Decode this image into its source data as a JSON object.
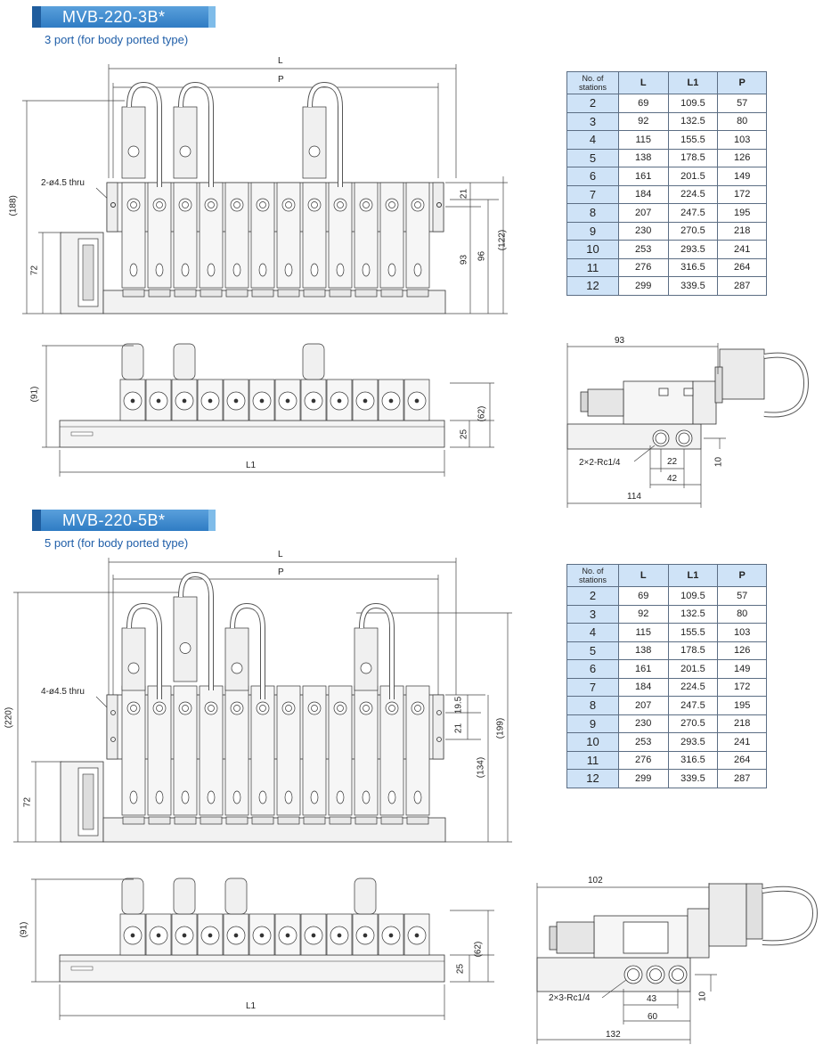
{
  "section1": {
    "title": "MVB-220-3B*",
    "subtitle": "3 port (for body ported type)",
    "top_view": {
      "L": "L",
      "P": "P",
      "hole_label": "2-ø4.5 thru",
      "dims": {
        "d188": "(188)",
        "d72": "72",
        "d21": "21",
        "d93": "93",
        "d96": "96",
        "d122": "(122)"
      }
    },
    "front_view": {
      "d91": "(91)",
      "d62": "(62)",
      "d25": "25",
      "L1": "L1"
    },
    "side_view": {
      "d93": "93",
      "port": "2×2-Rc1/4",
      "d22": "22",
      "d42": "42",
      "d10": "10",
      "d114": "114"
    },
    "table": {
      "headers": [
        "No. of stations",
        "L",
        "L1",
        "P"
      ],
      "rows": [
        [
          "2",
          "69",
          "109.5",
          "57"
        ],
        [
          "3",
          "92",
          "132.5",
          "80"
        ],
        [
          "4",
          "115",
          "155.5",
          "103"
        ],
        [
          "5",
          "138",
          "178.5",
          "126"
        ],
        [
          "6",
          "161",
          "201.5",
          "149"
        ],
        [
          "7",
          "184",
          "224.5",
          "172"
        ],
        [
          "8",
          "207",
          "247.5",
          "195"
        ],
        [
          "9",
          "230",
          "270.5",
          "218"
        ],
        [
          "10",
          "253",
          "293.5",
          "241"
        ],
        [
          "11",
          "276",
          "316.5",
          "264"
        ],
        [
          "12",
          "299",
          "339.5",
          "287"
        ]
      ]
    }
  },
  "section2": {
    "title": "MVB-220-5B*",
    "subtitle": "5 port (for body ported type)",
    "top_view": {
      "L": "L",
      "P": "P",
      "hole_label": "4-ø4.5 thru",
      "dims": {
        "d220": "(220)",
        "d72": "72",
        "d195": "19.5",
        "d21": "21",
        "d134": "(134)",
        "d199": "(199)"
      }
    },
    "front_view": {
      "d91": "(91)",
      "d62": "(62)",
      "d25": "25",
      "L1": "L1"
    },
    "side_view": {
      "d102": "102",
      "port": "2×3-Rc1/4",
      "d43": "43",
      "d60": "60",
      "d10": "10",
      "d132": "132"
    },
    "table": {
      "headers": [
        "No. of stations",
        "L",
        "L1",
        "P"
      ],
      "rows": [
        [
          "2",
          "69",
          "109.5",
          "57"
        ],
        [
          "3",
          "92",
          "132.5",
          "80"
        ],
        [
          "4",
          "115",
          "155.5",
          "103"
        ],
        [
          "5",
          "138",
          "178.5",
          "126"
        ],
        [
          "6",
          "161",
          "201.5",
          "149"
        ],
        [
          "7",
          "184",
          "224.5",
          "172"
        ],
        [
          "8",
          "207",
          "247.5",
          "195"
        ],
        [
          "9",
          "230",
          "270.5",
          "218"
        ],
        [
          "10",
          "253",
          "293.5",
          "241"
        ],
        [
          "11",
          "276",
          "316.5",
          "264"
        ],
        [
          "12",
          "299",
          "339.5",
          "287"
        ]
      ]
    }
  },
  "colors": {
    "title_bar": "#3a86cc",
    "table_header": "#cfe3f7",
    "subtitle": "#1f5ea8"
  }
}
